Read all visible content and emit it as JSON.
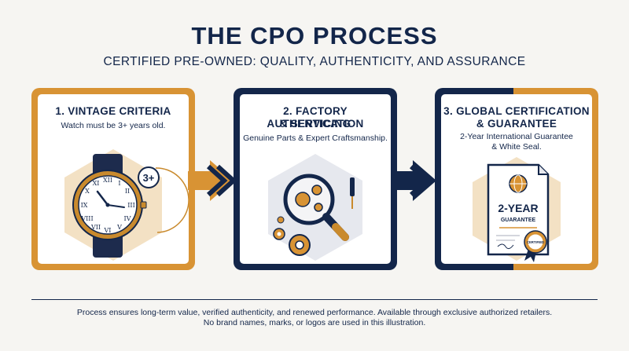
{
  "header": {
    "title": "THE CPO PROCESS",
    "subtitle": "CERTIFIED PRE-OWNED: QUALITY, AUTHENTICITY, AND ASSURANCE"
  },
  "steps": [
    {
      "title_line1": "1. VINTAGE CRITERIA",
      "title_line2": "",
      "description_line1": "Watch must be 3+ years old.",
      "description_line2": "",
      "badge": "3+",
      "icon": "watch-icon"
    },
    {
      "title_line1": "2. FACTORY AUTHENTICATION",
      "title_line2": "& SERVICING",
      "description_line1": "Genuine Parts & Expert Craftsmanship.",
      "description_line2": "",
      "icon": "magnifier-gears-icon"
    },
    {
      "title_line1": "3. GLOBAL CERTIFICATION",
      "title_line2": "& GUARANTEE",
      "description_line1": "2-Year International Guarantee",
      "description_line2": "& White Seal.",
      "certificate_line1": "2-YEAR",
      "certificate_line2": "GUARANTEE",
      "seal_text": "CERTIFIED",
      "icon": "certificate-icon"
    }
  ],
  "footer": {
    "line1": "Process ensures long-term value, verified authenticity, and renewed performance. Available through exclusive authorized retailers.",
    "line2": "No brand names, marks, or logos are used in this illustration."
  },
  "colors": {
    "navy": "#13264a",
    "gold": "#d89334",
    "hex_fill": "#f3e1c4",
    "hex_fill_gray": "#e6e8ee",
    "background": "#f6f5f2"
  }
}
